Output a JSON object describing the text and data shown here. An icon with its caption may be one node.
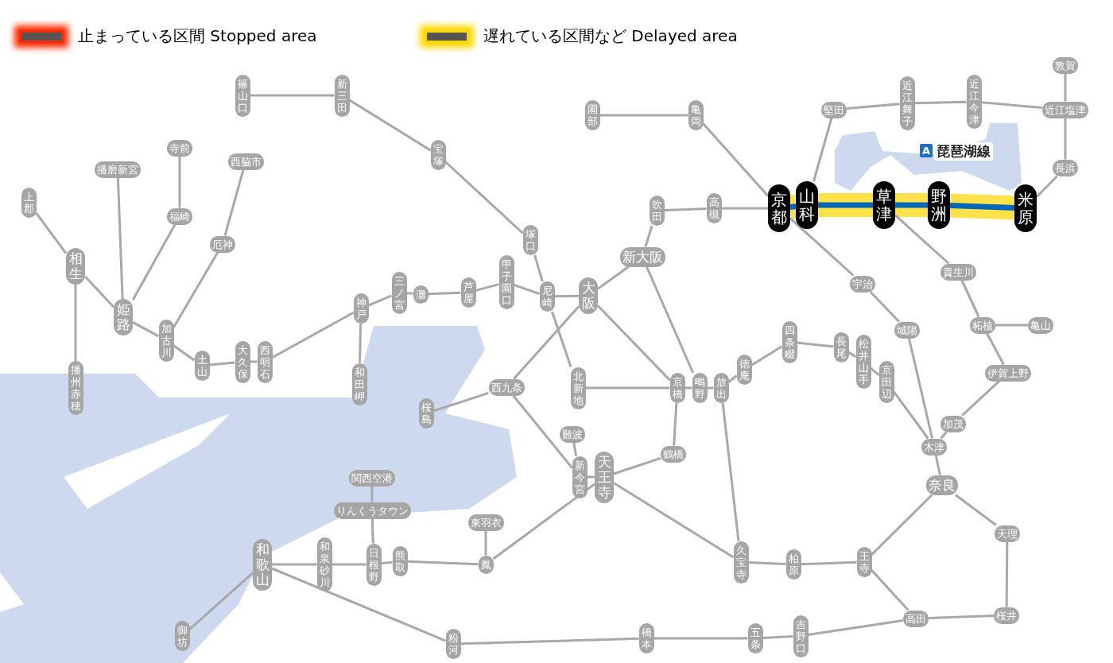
{
  "diagram": {
    "nodes": [
      {
        "text": [
          "篠山口"
        ]
      },
      {
        "text": [
          "新三田"
        ]
      },
      {
        "text": [
          "宝塚"
        ]
      },
      {
        "text": [
          "塚口"
        ]
      },
      {
        "text": [
          "尼崎"
        ]
      },
      {
        "text": [
          "園部"
        ]
      },
      {
        "text": [
          "亀岡"
        ]
      },
      {
        "text": [
          "吹田"
        ]
      },
      {
        "text": [
          "高槻"
        ]
      },
      {
        "text": [
          "新大阪"
        ]
      },
      {
        "text": [
          "大阪"
        ]
      },
      {
        "text": [
          "甲子園口"
        ]
      },
      {
        "text": [
          "芦屋"
        ]
      },
      {
        "text": [
          "灘"
        ]
      },
      {
        "text": [
          "三ノ宮"
        ]
      },
      {
        "text": [
          "神戸"
        ]
      },
      {
        "text": [
          "和田岬"
        ]
      },
      {
        "text": [
          "西明石"
        ]
      },
      {
        "text": [
          "大久保"
        ]
      },
      {
        "text": [
          "土山"
        ]
      },
      {
        "text": [
          "加古川"
        ]
      },
      {
        "text": [
          "厄神"
        ]
      },
      {
        "text": [
          "西脇市"
        ]
      },
      {
        "text": [
          "寺前"
        ]
      },
      {
        "text": [
          "福崎"
        ]
      },
      {
        "text": [
          "播磨新宮"
        ]
      },
      {
        "text": [
          "姫路"
        ]
      },
      {
        "text": [
          "相生"
        ]
      },
      {
        "text": [
          "上郡"
        ]
      },
      {
        "text": [
          "播州赤穂"
        ]
      },
      {
        "text": [
          "西九条"
        ]
      },
      {
        "text": [
          "桜島"
        ]
      },
      {
        "text": [
          "北新地"
        ]
      },
      {
        "text": [
          "京橋"
        ]
      },
      {
        "text": [
          "鴫野"
        ]
      },
      {
        "text": [
          "放出"
        ]
      },
      {
        "text": [
          "徳庵"
        ]
      },
      {
        "text": [
          "四条畷"
        ]
      },
      {
        "text": [
          "長尾"
        ]
      },
      {
        "text": [
          "松井山手"
        ]
      },
      {
        "text": [
          "京田辺"
        ]
      },
      {
        "text": [
          "難波"
        ]
      },
      {
        "text": [
          "新今宮"
        ]
      },
      {
        "text": [
          "天王寺"
        ]
      },
      {
        "text": [
          "鶴橋"
        ]
      },
      {
        "text": [
          "関西空港"
        ]
      },
      {
        "text": [
          "りんくうタウン"
        ]
      },
      {
        "text": [
          "東羽衣"
        ]
      },
      {
        "text": [
          "鳳"
        ]
      },
      {
        "text": [
          "熊取"
        ]
      },
      {
        "text": [
          "日根野"
        ]
      },
      {
        "text": [
          "和泉砂川"
        ]
      },
      {
        "text": [
          "和歌山"
        ]
      },
      {
        "text": [
          "御坊"
        ]
      },
      {
        "text": [
          "粉河"
        ]
      },
      {
        "text": [
          "橋本"
        ]
      },
      {
        "text": [
          "五条"
        ]
      },
      {
        "text": [
          "吉野口"
        ]
      },
      {
        "text": [
          "高田"
        ]
      },
      {
        "text": [
          "桜井"
        ]
      },
      {
        "text": [
          "天理"
        ]
      },
      {
        "text": [
          "王寺"
        ]
      },
      {
        "text": [
          "柏原"
        ]
      },
      {
        "text": [
          "久宝寺"
        ]
      },
      {
        "text": [
          "奈良"
        ]
      },
      {
        "text": [
          "木津"
        ]
      },
      {
        "text": [
          "加茂"
        ]
      },
      {
        "text": [
          "伊賀上野"
        ]
      },
      {
        "text": [
          "柘植"
        ]
      },
      {
        "text": [
          "亀山"
        ]
      },
      {
        "text": [
          "城陽"
        ]
      },
      {
        "text": [
          "宇治"
        ]
      },
      {
        "text": [
          "京都"
        ]
      },
      {
        "text": [
          "山科"
        ]
      },
      {
        "text": [
          "草津"
        ]
      },
      {
        "text": [
          "野洲"
        ]
      },
      {
        "text": [
          "米原"
        ]
      },
      {
        "text": [
          "貴生川"
        ]
      },
      {
        "text": [
          "堅田"
        ]
      },
      {
        "text": [
          "近江舞子"
        ]
      },
      {
        "text": [
          "近江今津"
        ]
      },
      {
        "text": [
          "近江塩津"
        ]
      },
      {
        "text": [
          "敦賀"
        ]
      },
      {
        "text": [
          "長浜"
        ]
      }
    ],
    "edges": [
      {
        "from": 0,
        "to": 1,
        "arrow": "none"
      },
      {
        "from": 1,
        "to": 2,
        "arrow": "none"
      },
      {
        "from": 2,
        "to": 3,
        "arrow": "none"
      },
      {
        "from": 3,
        "to": 4,
        "arrow": "none"
      },
      {
        "from": 5,
        "to": 6,
        "arrow": "none"
      },
      {
        "from": 6,
        "to": 72,
        "arrow": "none"
      },
      {
        "from": 76,
        "to": 75,
        "arrow": "none",
        "style": "thick",
        "color": "#0068b7"
      },
      {
        "from": 75,
        "to": 74,
        "arrow": "none",
        "style": "thick",
        "color": "#0068b7"
      },
      {
        "from": 74,
        "to": 73,
        "arrow": "none",
        "style": "thick",
        "color": "#0068b7"
      },
      {
        "from": 73,
        "to": 72,
        "arrow": "none",
        "style": "thick",
        "color": "#0068b7"
      },
      {
        "from": 72,
        "to": 8,
        "arrow": "none"
      },
      {
        "from": 8,
        "to": 7,
        "arrow": "none"
      },
      {
        "from": 7,
        "to": 9,
        "arrow": "none"
      },
      {
        "from": 9,
        "to": 10,
        "arrow": "none"
      },
      {
        "from": 10,
        "to": 4,
        "arrow": "none"
      },
      {
        "from": 4,
        "to": 11,
        "arrow": "none"
      },
      {
        "from": 11,
        "to": 12,
        "arrow": "none"
      },
      {
        "from": 12,
        "to": 13,
        "arrow": "none"
      },
      {
        "from": 13,
        "to": 14,
        "arrow": "none"
      },
      {
        "from": 14,
        "to": 15,
        "arrow": "none"
      },
      {
        "from": 15,
        "to": 17,
        "arrow": "none"
      },
      {
        "from": 15,
        "to": 16,
        "arrow": "none"
      },
      {
        "from": 17,
        "to": 18,
        "arrow": "none"
      },
      {
        "from": 18,
        "to": 19,
        "arrow": "none"
      },
      {
        "from": 19,
        "to": 20,
        "arrow": "none"
      },
      {
        "from": 20,
        "to": 26,
        "arrow": "none"
      },
      {
        "from": 26,
        "to": 27,
        "arrow": "none"
      },
      {
        "from": 27,
        "to": 28,
        "arrow": "none"
      },
      {
        "from": 27,
        "to": 29,
        "arrow": "none"
      },
      {
        "from": 20,
        "to": 21,
        "arrow": "none"
      },
      {
        "from": 21,
        "to": 22,
        "arrow": "none"
      },
      {
        "from": 26,
        "to": 24,
        "arrow": "none"
      },
      {
        "from": 24,
        "to": 23,
        "arrow": "none"
      },
      {
        "from": 26,
        "to": 25,
        "arrow": "none"
      },
      {
        "from": 73,
        "to": 78,
        "arrow": "none"
      },
      {
        "from": 78,
        "to": 79,
        "arrow": "none"
      },
      {
        "from": 79,
        "to": 80,
        "arrow": "none"
      },
      {
        "from": 80,
        "to": 81,
        "arrow": "none"
      },
      {
        "from": 81,
        "to": 82,
        "arrow": "none"
      },
      {
        "from": 81,
        "to": 83,
        "arrow": "none"
      },
      {
        "from": 83,
        "to": 76,
        "arrow": "none"
      },
      {
        "from": 72,
        "to": 71,
        "arrow": "none"
      },
      {
        "from": 71,
        "to": 70,
        "arrow": "none"
      },
      {
        "from": 70,
        "to": 65,
        "arrow": "none"
      },
      {
        "from": 65,
        "to": 64,
        "arrow": "none"
      },
      {
        "from": 74,
        "to": 77,
        "arrow": "none"
      },
      {
        "from": 77,
        "to": 68,
        "arrow": "none"
      },
      {
        "from": 68,
        "to": 69,
        "arrow": "none"
      },
      {
        "from": 68,
        "to": 67,
        "arrow": "none"
      },
      {
        "from": 67,
        "to": 66,
        "arrow": "none"
      },
      {
        "from": 66,
        "to": 65,
        "arrow": "none"
      },
      {
        "from": 4,
        "to": 32,
        "arrow": "none"
      },
      {
        "from": 32,
        "to": 33,
        "arrow": "none"
      },
      {
        "from": 33,
        "to": 34,
        "arrow": "none"
      },
      {
        "from": 34,
        "to": 35,
        "arrow": "none"
      },
      {
        "from": 9,
        "to": 34,
        "arrow": "none"
      },
      {
        "from": 35,
        "to": 36,
        "arrow": "none"
      },
      {
        "from": 36,
        "to": 37,
        "arrow": "none"
      },
      {
        "from": 37,
        "to": 38,
        "arrow": "none"
      },
      {
        "from": 38,
        "to": 39,
        "arrow": "none"
      },
      {
        "from": 39,
        "to": 40,
        "arrow": "none"
      },
      {
        "from": 40,
        "to": 65,
        "arrow": "none"
      },
      {
        "from": 10,
        "to": 33,
        "arrow": "none"
      },
      {
        "from": 33,
        "to": 44,
        "arrow": "none"
      },
      {
        "from": 44,
        "to": 43,
        "arrow": "none"
      },
      {
        "from": 43,
        "to": 42,
        "arrow": "none"
      },
      {
        "from": 42,
        "to": 30,
        "arrow": "none"
      },
      {
        "from": 30,
        "to": 10,
        "arrow": "none"
      },
      {
        "from": 30,
        "to": 31,
        "arrow": "none"
      },
      {
        "from": 41,
        "to": 42,
        "arrow": "none"
      },
      {
        "from": 43,
        "to": 63,
        "arrow": "none"
      },
      {
        "from": 35,
        "to": 63,
        "arrow": "none"
      },
      {
        "from": 63,
        "to": 62,
        "arrow": "none"
      },
      {
        "from": 62,
        "to": 61,
        "arrow": "none"
      },
      {
        "from": 61,
        "to": 64,
        "arrow": "none"
      },
      {
        "from": 64,
        "to": 60,
        "arrow": "none"
      },
      {
        "from": 60,
        "to": 59,
        "arrow": "none"
      },
      {
        "from": 59,
        "to": 58,
        "arrow": "none"
      },
      {
        "from": 61,
        "to": 58,
        "arrow": "none"
      },
      {
        "from": 58,
        "to": 57,
        "arrow": "none"
      },
      {
        "from": 57,
        "to": 56,
        "arrow": "none"
      },
      {
        "from": 56,
        "to": 55,
        "arrow": "none"
      },
      {
        "from": 55,
        "to": 54,
        "arrow": "none"
      },
      {
        "from": 54,
        "to": 52,
        "arrow": "none"
      },
      {
        "from": 52,
        "to": 53,
        "arrow": "none"
      },
      {
        "from": 43,
        "to": 48,
        "arrow": "none"
      },
      {
        "from": 48,
        "to": 49,
        "arrow": "none"
      },
      {
        "from": 49,
        "to": 50,
        "arrow": "none"
      },
      {
        "from": 50,
        "to": 51,
        "arrow": "none"
      },
      {
        "from": 51,
        "to": 52,
        "arrow": "none"
      },
      {
        "from": 47,
        "to": 48,
        "arrow": "none"
      },
      {
        "from": 50,
        "to": 46,
        "arrow": "none"
      },
      {
        "from": 46,
        "to": 45,
        "arrow": "none"
      }
    ],
    "labels": [
      "A",
      "琵琶湖線"
    ],
    "legend": [
      {
        "text": "止まっている区間 Stopped area",
        "color": "#ff2a00"
      },
      {
        "text": "遅れている区間など Delayed area",
        "color": "#ffd800"
      }
    ]
  }
}
